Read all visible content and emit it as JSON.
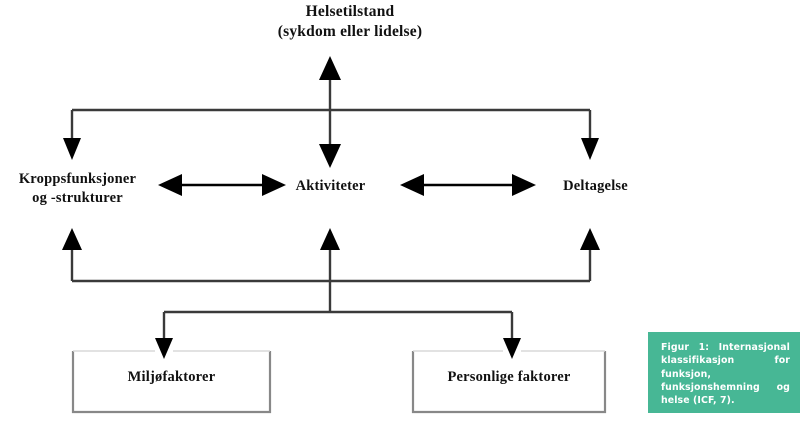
{
  "figure": {
    "nodes": {
      "health_condition": "Helsetilstand\n(sykdom eller lidelse)",
      "body_functions": "Kroppsfunksjoner\nog -strukturer",
      "activities": "Aktiviteter",
      "participation": "Deltagelse",
      "environmental_factors": "Miljøfaktorer",
      "personal_factors": "Personlige faktorer"
    },
    "caption": "Figur 1: Internasjonal klassifikasjon for funksjon, funksjonshemning og helse (ICF, 7).",
    "colors": {
      "caption_background": "#47b795",
      "caption_text": "#ffffff",
      "line": "#3a3a3a",
      "arrowhead": "#000000",
      "text": "#111111",
      "box_border": "#888888",
      "page_background": "#ffffff"
    }
  }
}
